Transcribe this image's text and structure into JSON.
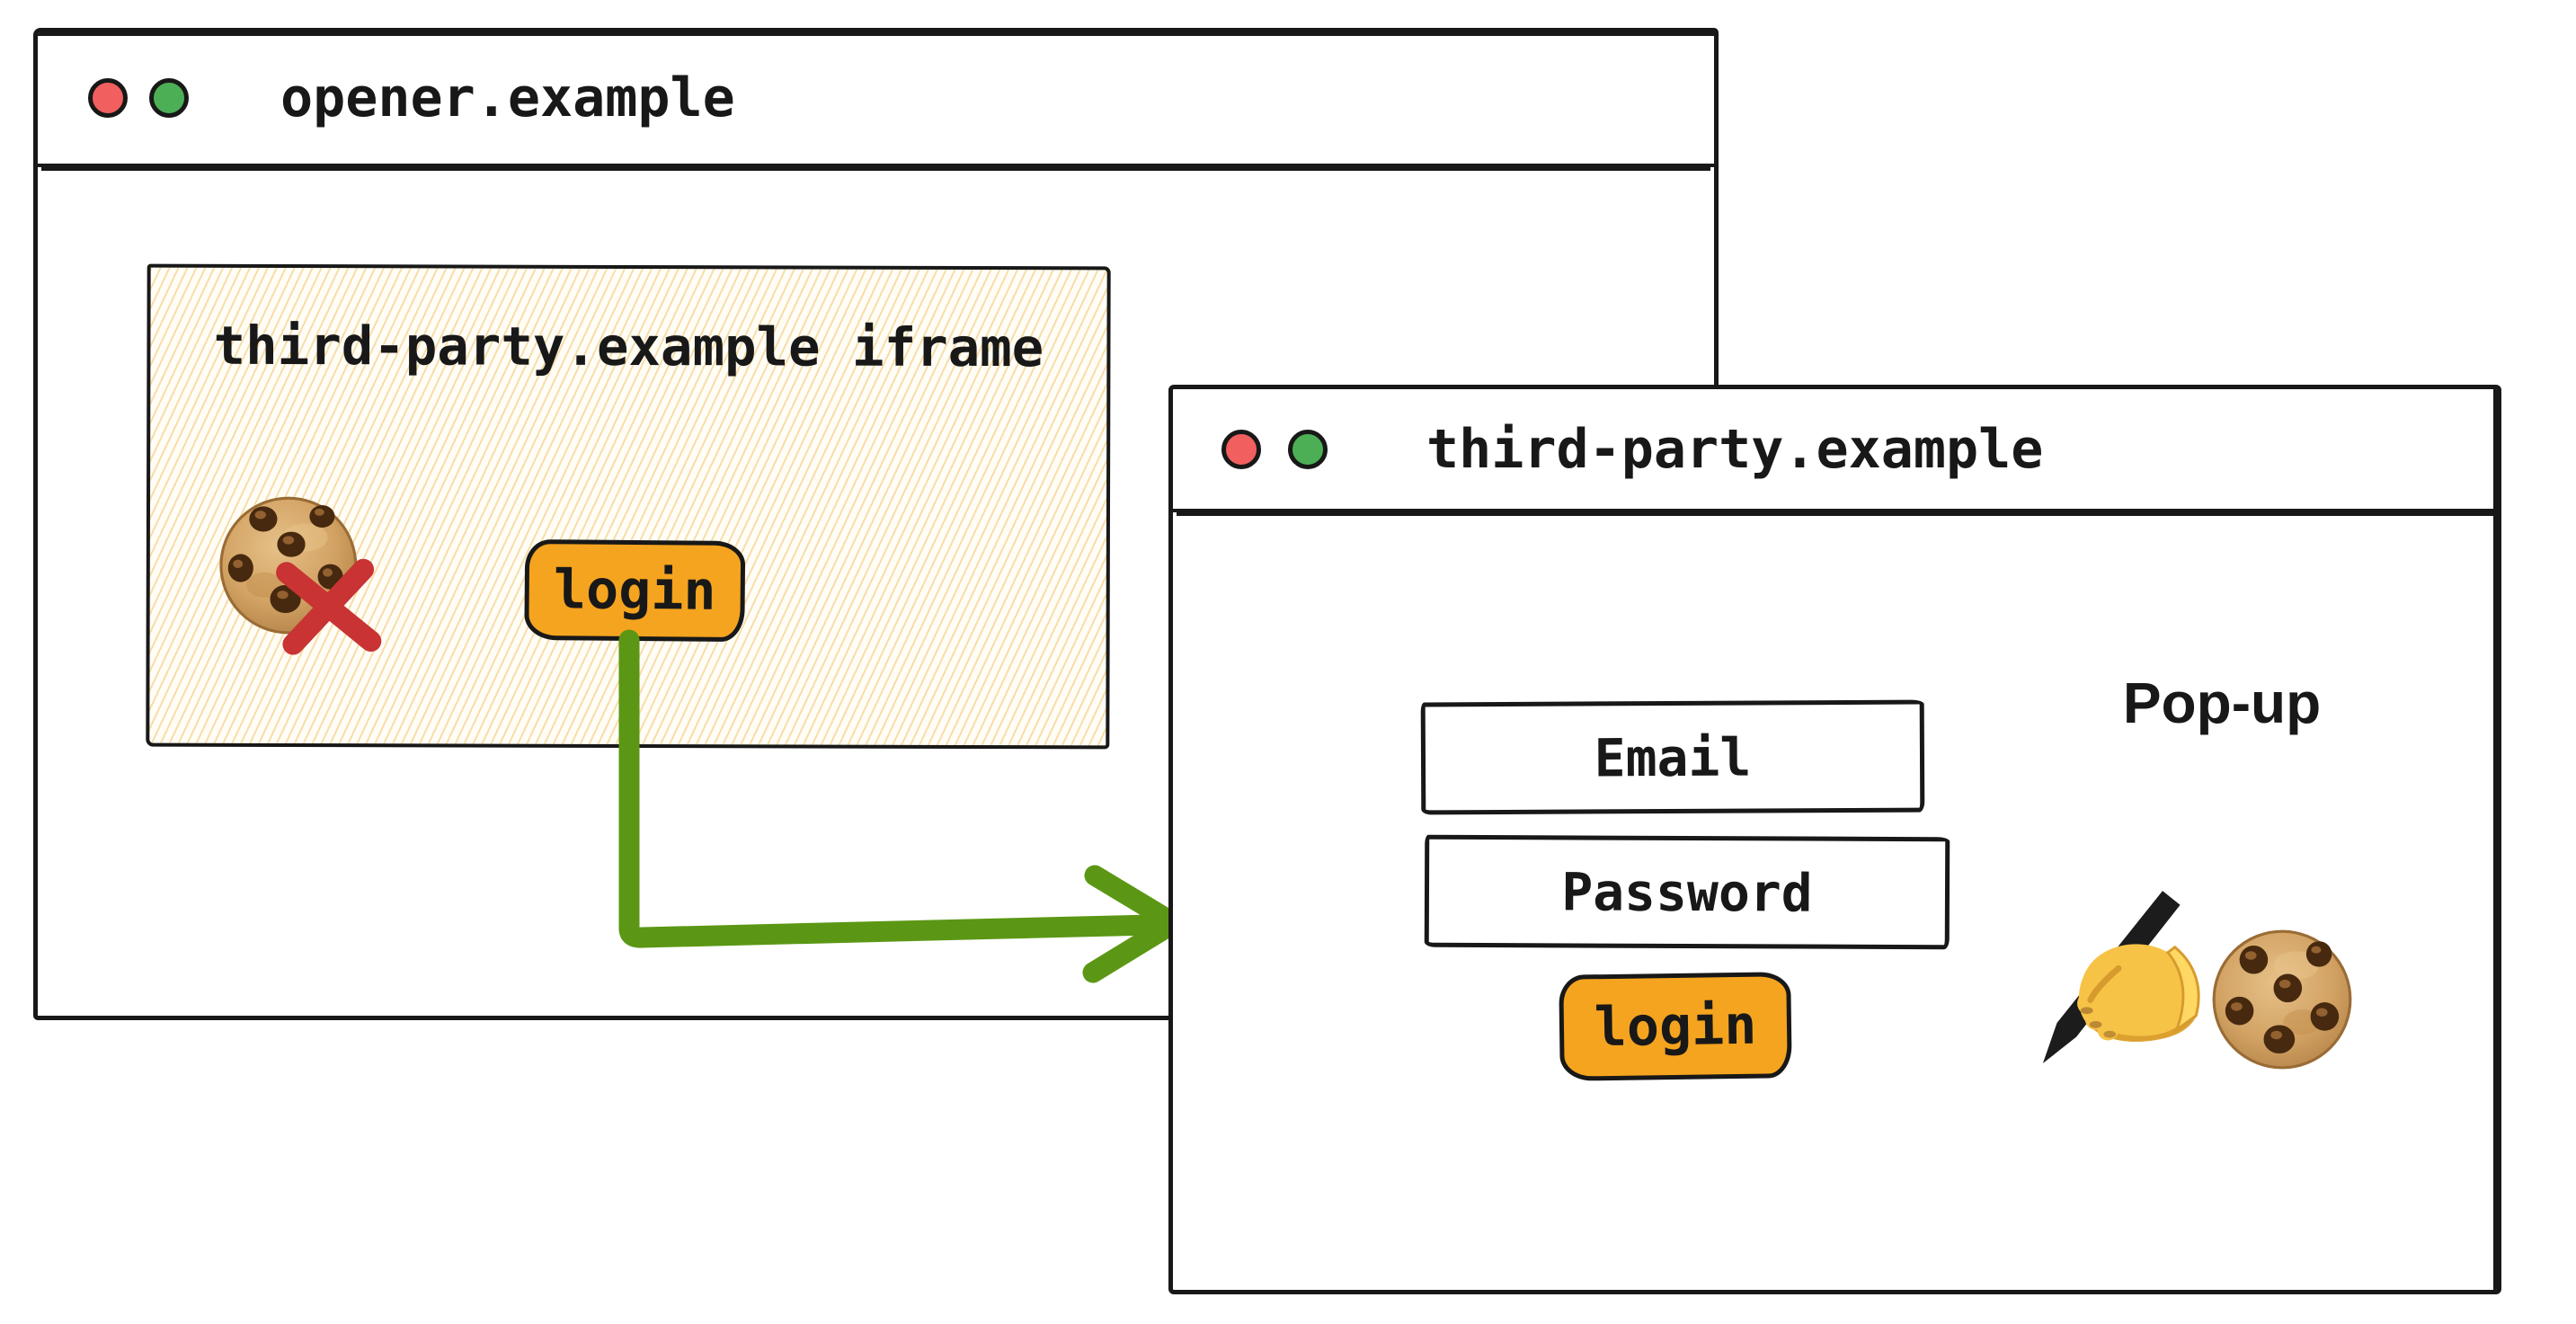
{
  "opener_window": {
    "title": "opener.example",
    "window_controls": [
      "close",
      "zoom"
    ],
    "iframe": {
      "title": "third-party.example iframe",
      "blocked_cookie_icon": "cookie-with-red-x",
      "login_button_label": "login"
    }
  },
  "popup_window": {
    "title": "third-party.example",
    "window_controls": [
      "close",
      "zoom"
    ],
    "label": "Pop-up",
    "email_field_label": "Email",
    "password_field_label": "Password",
    "login_button_label": "login",
    "icons": [
      "writing-hand",
      "cookie"
    ]
  },
  "arrow": {
    "from": "iframe login button",
    "to": "pop-up window",
    "direction": "down-then-right"
  },
  "colors": {
    "ink": "#181818",
    "orange": "#f5a41f",
    "green": "#5b9714",
    "dot_red": "#f25f5f",
    "dot_green": "#4caf55",
    "x_red": "#c93333",
    "hatch_line": "#f0c36e",
    "hatch_bg": "#fffdf5"
  }
}
